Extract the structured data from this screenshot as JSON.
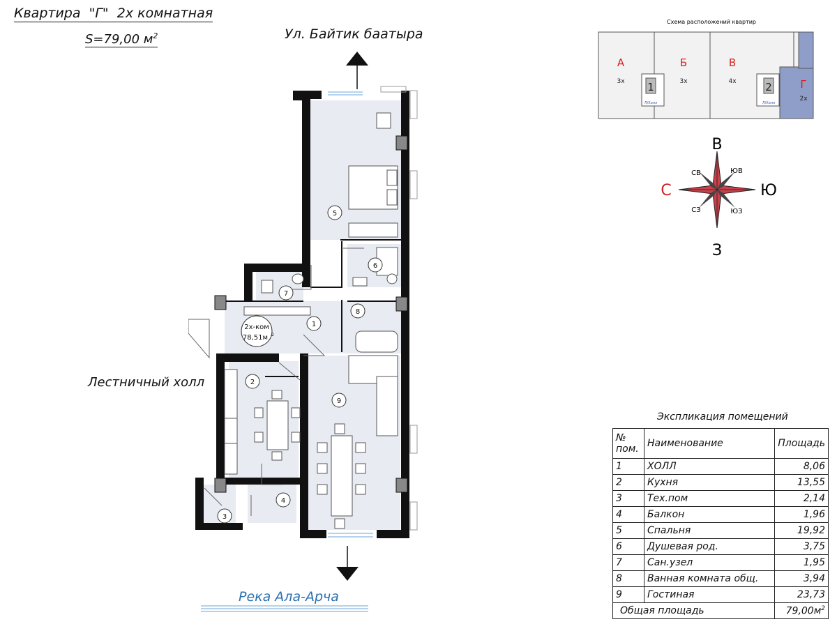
{
  "header": {
    "title": "Квартира  \"Г\"  2х комнатная",
    "area_label": "S=79,00 м",
    "area_sup": "2"
  },
  "street_north": "Ул. Байтик баатыра",
  "stair_hall": "Лестничный холл",
  "river": "Река Ала-Арча",
  "plan": {
    "unit_label": "2х-ком",
    "unit_area": "78,51м",
    "unit_area_sup": "2",
    "room_numbers": [
      "1",
      "2",
      "3",
      "4",
      "5",
      "6",
      "7",
      "8",
      "9"
    ]
  },
  "scheme": {
    "title": "Схема расположений квартир",
    "apartments": [
      {
        "letter": "А",
        "rooms": "3х"
      },
      {
        "letter": "Б",
        "rooms": "3х"
      },
      {
        "letter": "В",
        "rooms": "4х"
      },
      {
        "letter": "Г",
        "rooms": "2х"
      }
    ],
    "halls": [
      {
        "number": "1",
        "label": "Л/Холл"
      },
      {
        "number": "2",
        "label": "Л/Холл"
      }
    ],
    "highlight_color": "#8e9ec9",
    "letter_color": "#d62020"
  },
  "compass": {
    "north": "В",
    "south": "З",
    "west": "С",
    "east": "Ю",
    "ne": "ЮВ",
    "nw": "СВ",
    "sw": "СЗ",
    "se": "ЮЗ",
    "accent_color": "#d62020"
  },
  "explication": {
    "title": "Экспликация помещений",
    "headers": {
      "num_line1": "№",
      "num_line2": "пом.",
      "name": "Наименование",
      "area": "Площадь"
    },
    "rows": [
      {
        "num": "1",
        "name": "ХОЛЛ",
        "area": "8,06"
      },
      {
        "num": "2",
        "name": "Кухня",
        "area": "13,55"
      },
      {
        "num": "3",
        "name": "Тех.пом",
        "area": "2,14"
      },
      {
        "num": "4",
        "name": "Балкон",
        "area": "1,96"
      },
      {
        "num": "5",
        "name": "Спальня",
        "area": "19,92"
      },
      {
        "num": "6",
        "name": "Душевая род.",
        "area": "3,75"
      },
      {
        "num": "7",
        "name": "Сан.узел",
        "area": "1,95"
      },
      {
        "num": "8",
        "name": "Ванная комната общ.",
        "area": "3,94"
      },
      {
        "num": "9",
        "name": "Гостиная",
        "area": "23,73"
      }
    ],
    "total_label": "Общая площадь",
    "total_value": "79,00м",
    "total_sup": "2"
  }
}
